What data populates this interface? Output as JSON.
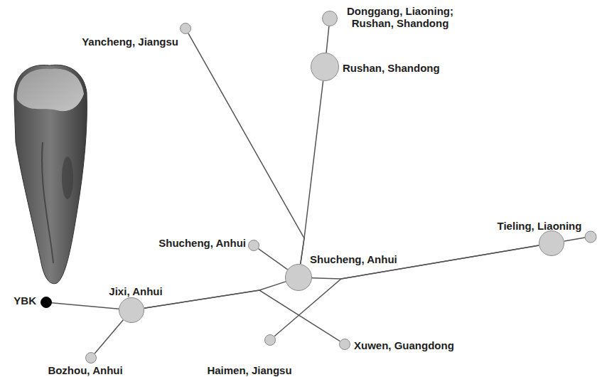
{
  "diagram": {
    "nodes": [
      {
        "text": [
          "Donggang, Liaoning; Rushan, Shandong"
        ]
      },
      {
        "text": [
          "Yancheng, Jiangsu"
        ]
      },
      {
        "text": [
          "Rushan, Shandong"
        ]
      },
      {
        "text": [
          "Tieling, Liaoning"
        ]
      },
      {
        "text": [
          "Shucheng, Anhui"
        ]
      },
      {
        "text": [
          "Shucheng, Anhui"
        ]
      },
      {
        "text": [
          "Jixi, Anhui"
        ]
      },
      {
        "text": [
          "YBK"
        ]
      },
      {
        "text": [
          "Bozhou, Anhui"
        ]
      },
      {
        "text": [
          "Haimen, Jiangsu"
        ]
      },
      {
        "text": [
          "Xuwen, Guangdong"
        ]
      }
    ],
    "edges": [
      {
        "from": 7,
        "to": 6,
        "arrow": "none"
      },
      {
        "from": 6,
        "to": 8,
        "arrow": "none"
      },
      {
        "from": 6,
        "to": 5,
        "arrow": "none"
      },
      {
        "from": 6,
        "to": 10,
        "arrow": "none"
      },
      {
        "from": 4,
        "to": 5,
        "arrow": "none"
      },
      {
        "from": 5,
        "to": 1,
        "arrow": "none"
      },
      {
        "from": 5,
        "to": 2,
        "arrow": "none"
      },
      {
        "from": 2,
        "to": 0,
        "arrow": "none"
      },
      {
        "from": 5,
        "to": 3,
        "arrow": "none"
      },
      {
        "from": 9,
        "to": 3,
        "arrow": "none"
      }
    ]
  }
}
